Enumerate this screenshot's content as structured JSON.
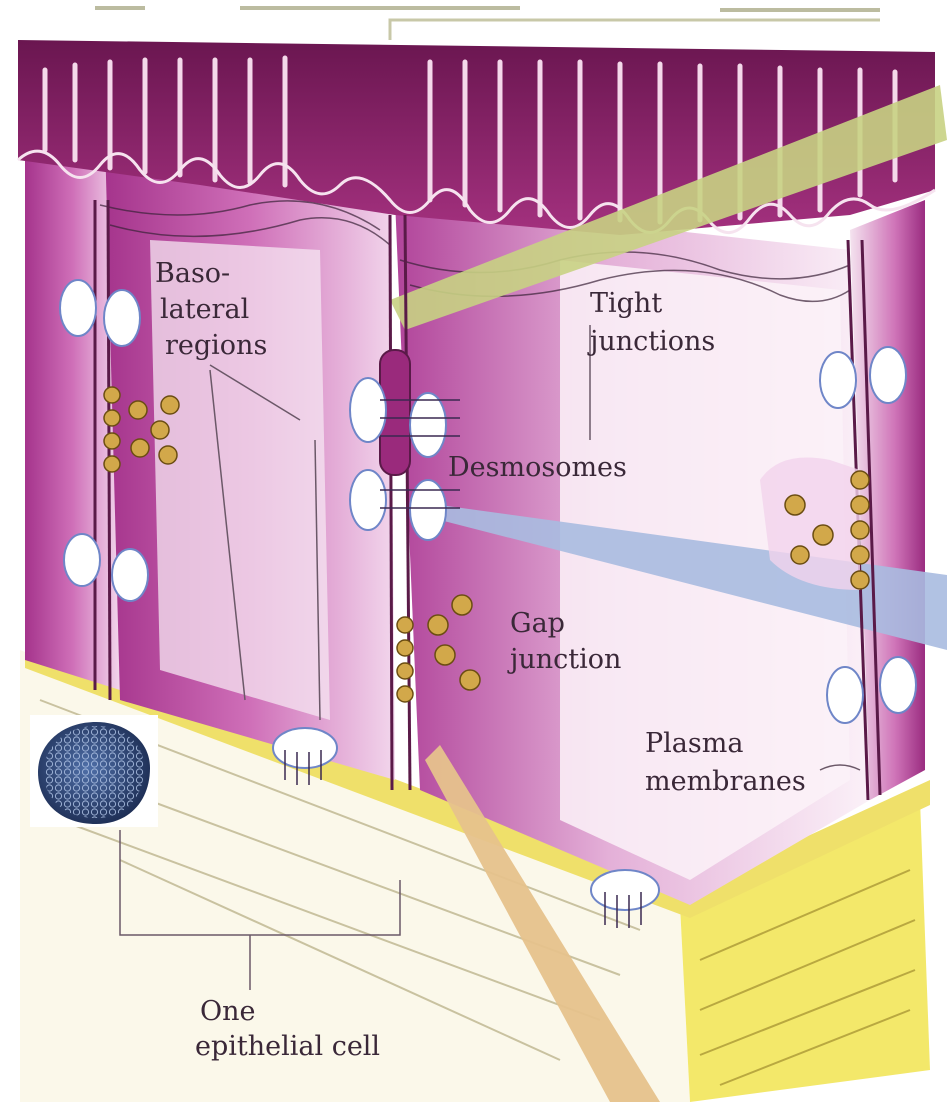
{
  "labels": {
    "basolateral_1": "Baso-",
    "basolateral_2": "lateral",
    "basolateral_3": "regions",
    "tight_1": "Tight",
    "tight_2": "junctions",
    "desmosomes": "Desmosomes",
    "gap_1": "Gap",
    "gap_2": "junction",
    "plasma_1": "Plasma",
    "plasma_2": "membranes",
    "cell_1": "One",
    "cell_2": "epithelial cell"
  },
  "colors": {
    "cytoplasm": "#b23f98",
    "cytoplasm_light": "#e7b6dc",
    "microvilli": "#7a1e5c",
    "basement_yellow": "#f0e25a",
    "connective_cream": "#fbf6df",
    "tight_band": "#d3dc8a",
    "desmosome_band": "#9fb2dc",
    "gap_band": "#e8c79a",
    "junction_blue": "#6f86c8",
    "gap_particle": "#c9963c"
  },
  "icons": {
    "inset": "hexagonal-gap-junction-lattice-icon"
  }
}
